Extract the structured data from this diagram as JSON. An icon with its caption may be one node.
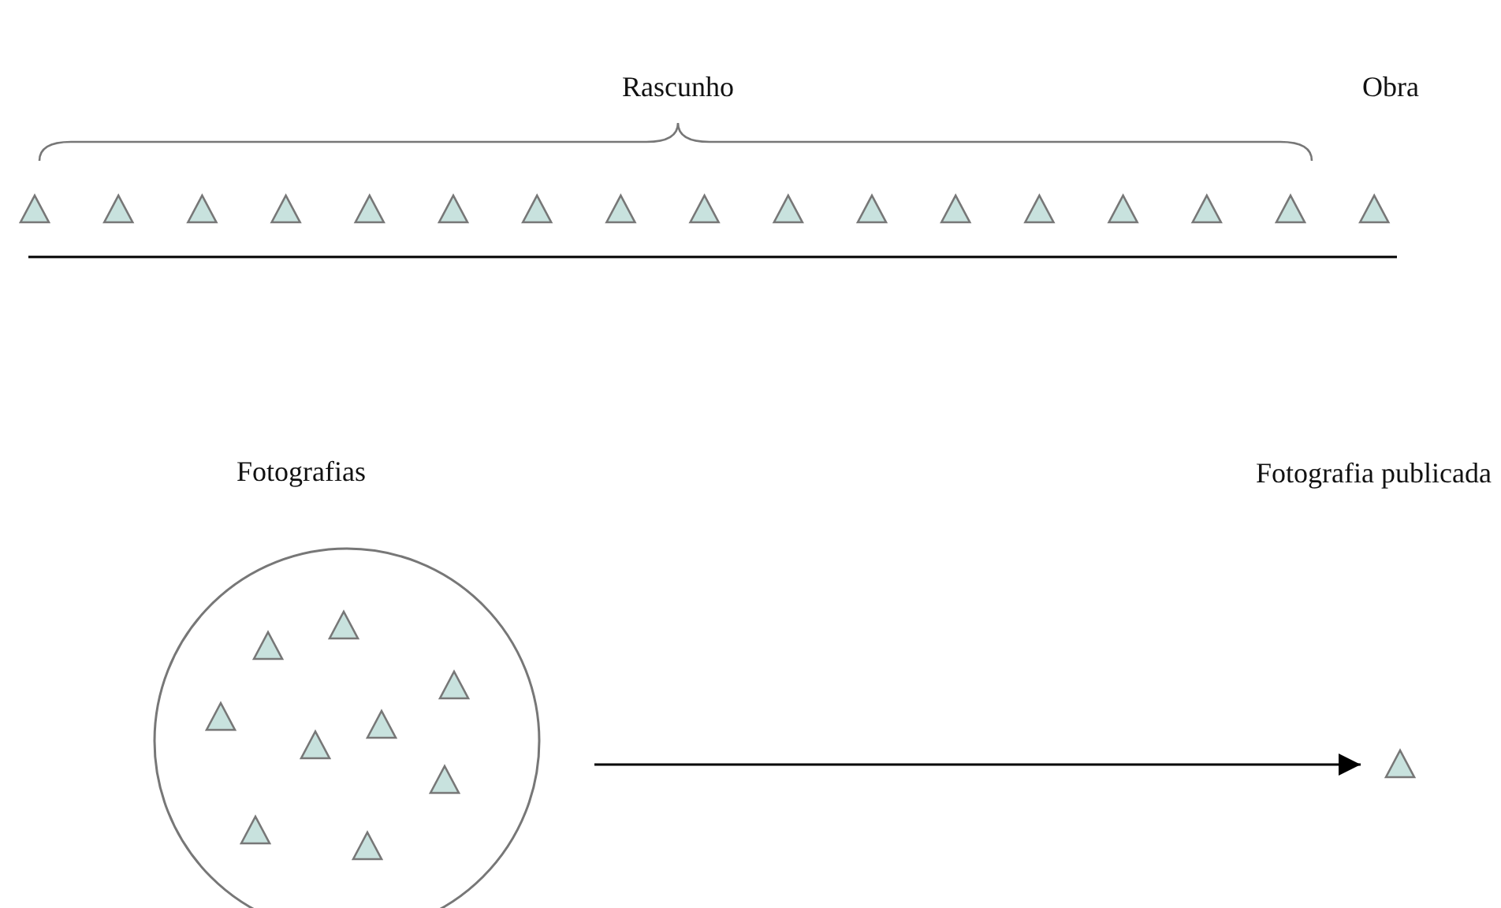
{
  "diagram": {
    "nodes": [
      {
        "text": [
          "Fotografias"
        ]
      },
      {
        "text": [],
        "shape": "triangle"
      }
    ],
    "edges": [
      {
        "from": 0,
        "to": 1,
        "arrow": "to"
      }
    ],
    "labels": [
      "Rascunho",
      "Obra",
      "Fotografia publicada"
    ]
  }
}
